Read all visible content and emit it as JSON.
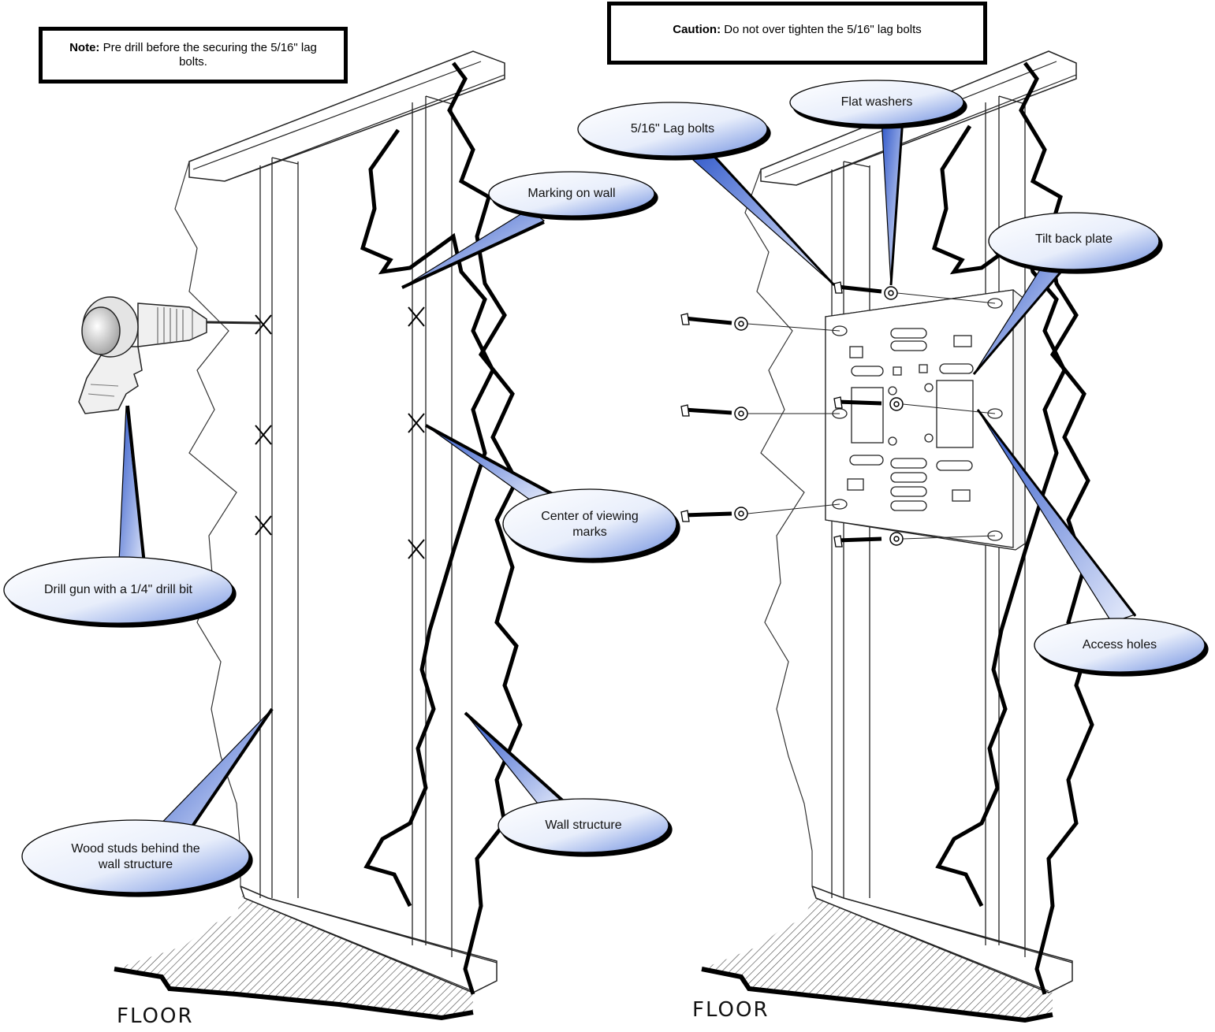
{
  "notes": {
    "left": {
      "label": "Note:",
      "text": "Pre drill before the securing the 5/16\" lag bolts."
    },
    "right": {
      "label": "Caution:",
      "text": "Do not over tighten the 5/16\" lag bolts"
    }
  },
  "callouts": {
    "drill": "Drill gun with a 1/4\" drill bit",
    "marking": "Marking on wall",
    "center": "Center of viewing marks",
    "studs": "Wood studs behind the wall structure",
    "wall": "Wall structure",
    "lag_bolts": "5/16\" Lag bolts",
    "washers": "Flat washers",
    "plate": "Tilt back plate",
    "access": "Access holes"
  },
  "floor": {
    "left": "FLOOR",
    "right": "FLOOR"
  },
  "colors": {
    "bubble_light": "#ffffff",
    "bubble_dark": "#5c7fd6",
    "ink": "#000000",
    "hatch": "#444444"
  }
}
